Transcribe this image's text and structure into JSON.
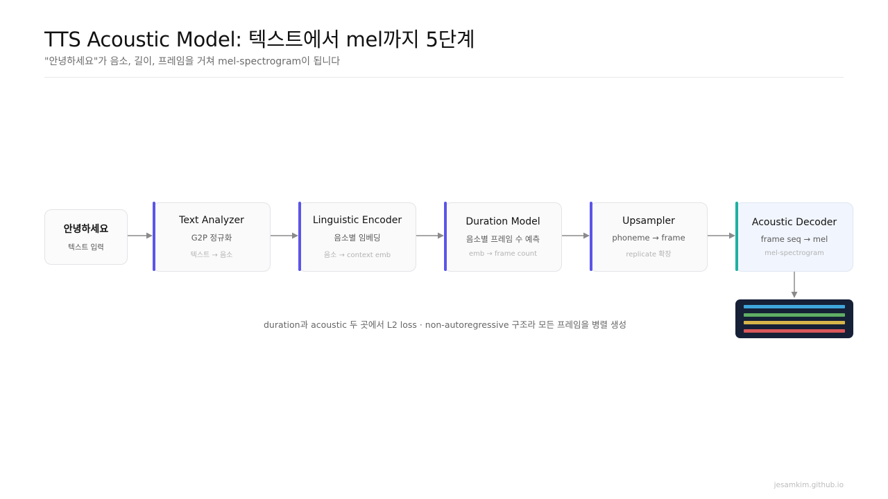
{
  "header": {
    "title": "TTS Acoustic Model: 텍스트에서 mel까지 5단계",
    "subtitle": "\"안녕하세요\"가 음소, 길이, 프레임을 거쳐 mel-spectrogram이 됩니다"
  },
  "input": {
    "text": "안녕하세요",
    "label": "텍스트 입력"
  },
  "stages": [
    {
      "name": "Text Analyzer",
      "desc": "G2P 정규화",
      "io": "텍스트 → 음소"
    },
    {
      "name": "Linguistic Encoder",
      "desc": "음소별 임베딩",
      "io": "음소 → context emb"
    },
    {
      "name": "Duration Model",
      "desc": "음소별 프레임 수 예측",
      "io": "emb → frame count"
    },
    {
      "name": "Upsampler",
      "desc": "phoneme → frame",
      "io": "replicate 확장"
    },
    {
      "name": "Acoustic Decoder",
      "desc": "frame seq → mel",
      "io": "mel-spectrogram"
    }
  ],
  "colors": {
    "stage_accent": "#5b55e8",
    "final_accent": "#1fb0a0",
    "mel_background": "#162036",
    "mel_bands": [
      "#3ea6dc",
      "#5fae63",
      "#d7b54a",
      "#d9575a"
    ]
  },
  "note": "duration과 acoustic 두 곳에서 L2 loss · non-autoregressive 구조라 모든 프레임을 병렬 생성",
  "footer": "jesamkim.github.io"
}
